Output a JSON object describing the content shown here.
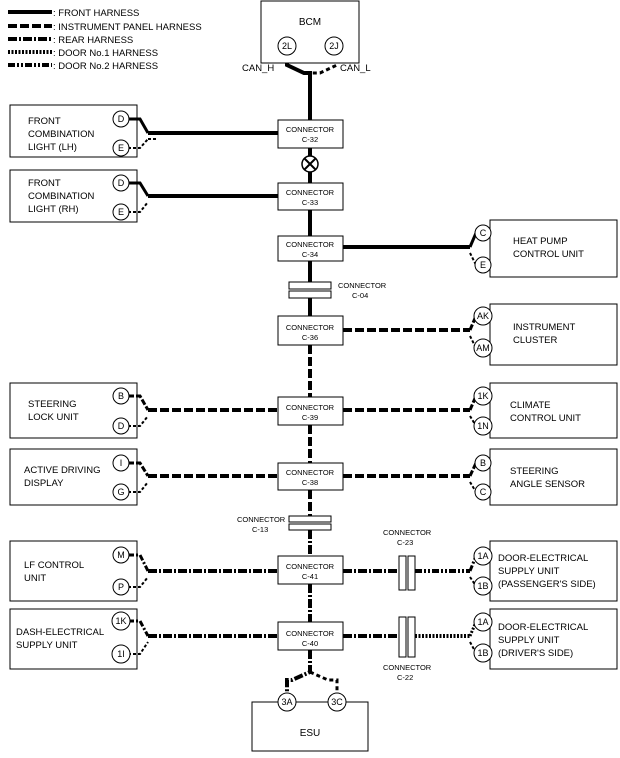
{
  "legend": [
    {
      "label": ": FRONT HARNESS",
      "style": "front"
    },
    {
      "label": ": INSTRUMENT PANEL HARNESS",
      "style": "ip"
    },
    {
      "label": ": REAR HARNESS",
      "style": "rear"
    },
    {
      "label": ": DOOR No.1 HARNESS",
      "style": "door1"
    },
    {
      "label": ": DOOR No.2 HARNESS",
      "style": "door2"
    }
  ],
  "bcm": {
    "name": "BCM",
    "pin_h": "2L",
    "pin_l": "2J",
    "can_h": "CAN_H",
    "can_l": "CAN_L"
  },
  "connectors": {
    "c32": [
      "CONNECTOR",
      "C-32"
    ],
    "c33": [
      "CONNECTOR",
      "C-33"
    ],
    "c34": [
      "CONNECTOR",
      "C-34"
    ],
    "c04": [
      "CONNECTOR",
      "C-04"
    ],
    "c36": [
      "CONNECTOR",
      "C-36"
    ],
    "c39": [
      "CONNECTOR",
      "C-39"
    ],
    "c38": [
      "CONNECTOR",
      "C-38"
    ],
    "c13": [
      "CONNECTOR",
      "C-13"
    ],
    "c41": [
      "CONNECTOR",
      "C-41"
    ],
    "c40": [
      "CONNECTOR",
      "C-40"
    ],
    "c23": [
      "CONNECTOR",
      "C-23"
    ],
    "c22": [
      "CONNECTOR",
      "C-22"
    ]
  },
  "units": {
    "front_lh": {
      "lines": [
        "FRONT",
        "COMBINATION",
        "LIGHT (LH)"
      ],
      "pins": [
        "D",
        "E"
      ]
    },
    "front_rh": {
      "lines": [
        "FRONT",
        "COMBINATION",
        "LIGHT (RH)"
      ],
      "pins": [
        "D",
        "E"
      ]
    },
    "heat_pump": {
      "lines": [
        "HEAT PUMP",
        "CONTROL UNIT"
      ],
      "pins": [
        "C",
        "E"
      ]
    },
    "instrument": {
      "lines": [
        "INSTRUMENT",
        "CLUSTER"
      ],
      "pins": [
        "AK",
        "AM"
      ]
    },
    "steering_lock": {
      "lines": [
        "STEERING",
        "LOCK UNIT"
      ],
      "pins": [
        "B",
        "D"
      ]
    },
    "climate": {
      "lines": [
        "CLIMATE",
        "CONTROL UNIT"
      ],
      "pins": [
        "1K",
        "1N"
      ]
    },
    "active_display": {
      "lines": [
        "ACTIVE DRIVING",
        "DISPLAY"
      ],
      "pins": [
        "I",
        "G"
      ]
    },
    "steering_angle": {
      "lines": [
        "STEERING",
        "ANGLE SENSOR"
      ],
      "pins": [
        "B",
        "C"
      ]
    },
    "lf_control": {
      "lines": [
        "LF CONTROL",
        "UNIT"
      ],
      "pins": [
        "M",
        "P"
      ]
    },
    "door_pass": {
      "lines": [
        "DOOR-ELECTRICAL",
        "SUPPLY UNIT",
        "(PASSENGER'S SIDE)"
      ],
      "pins": [
        "1A",
        "1B"
      ]
    },
    "dash_supply": {
      "lines": [
        "DASH-ELECTRICAL",
        "SUPPLY UNIT"
      ],
      "pins": [
        "1K",
        "1I"
      ]
    },
    "door_driver": {
      "lines": [
        "DOOR-ELECTRICAL",
        "SUPPLY UNIT",
        "(DRIVER'S SIDE)"
      ],
      "pins": [
        "1A",
        "1B"
      ]
    }
  },
  "esu": {
    "name": "ESU",
    "pins": [
      "3A",
      "3C"
    ]
  }
}
